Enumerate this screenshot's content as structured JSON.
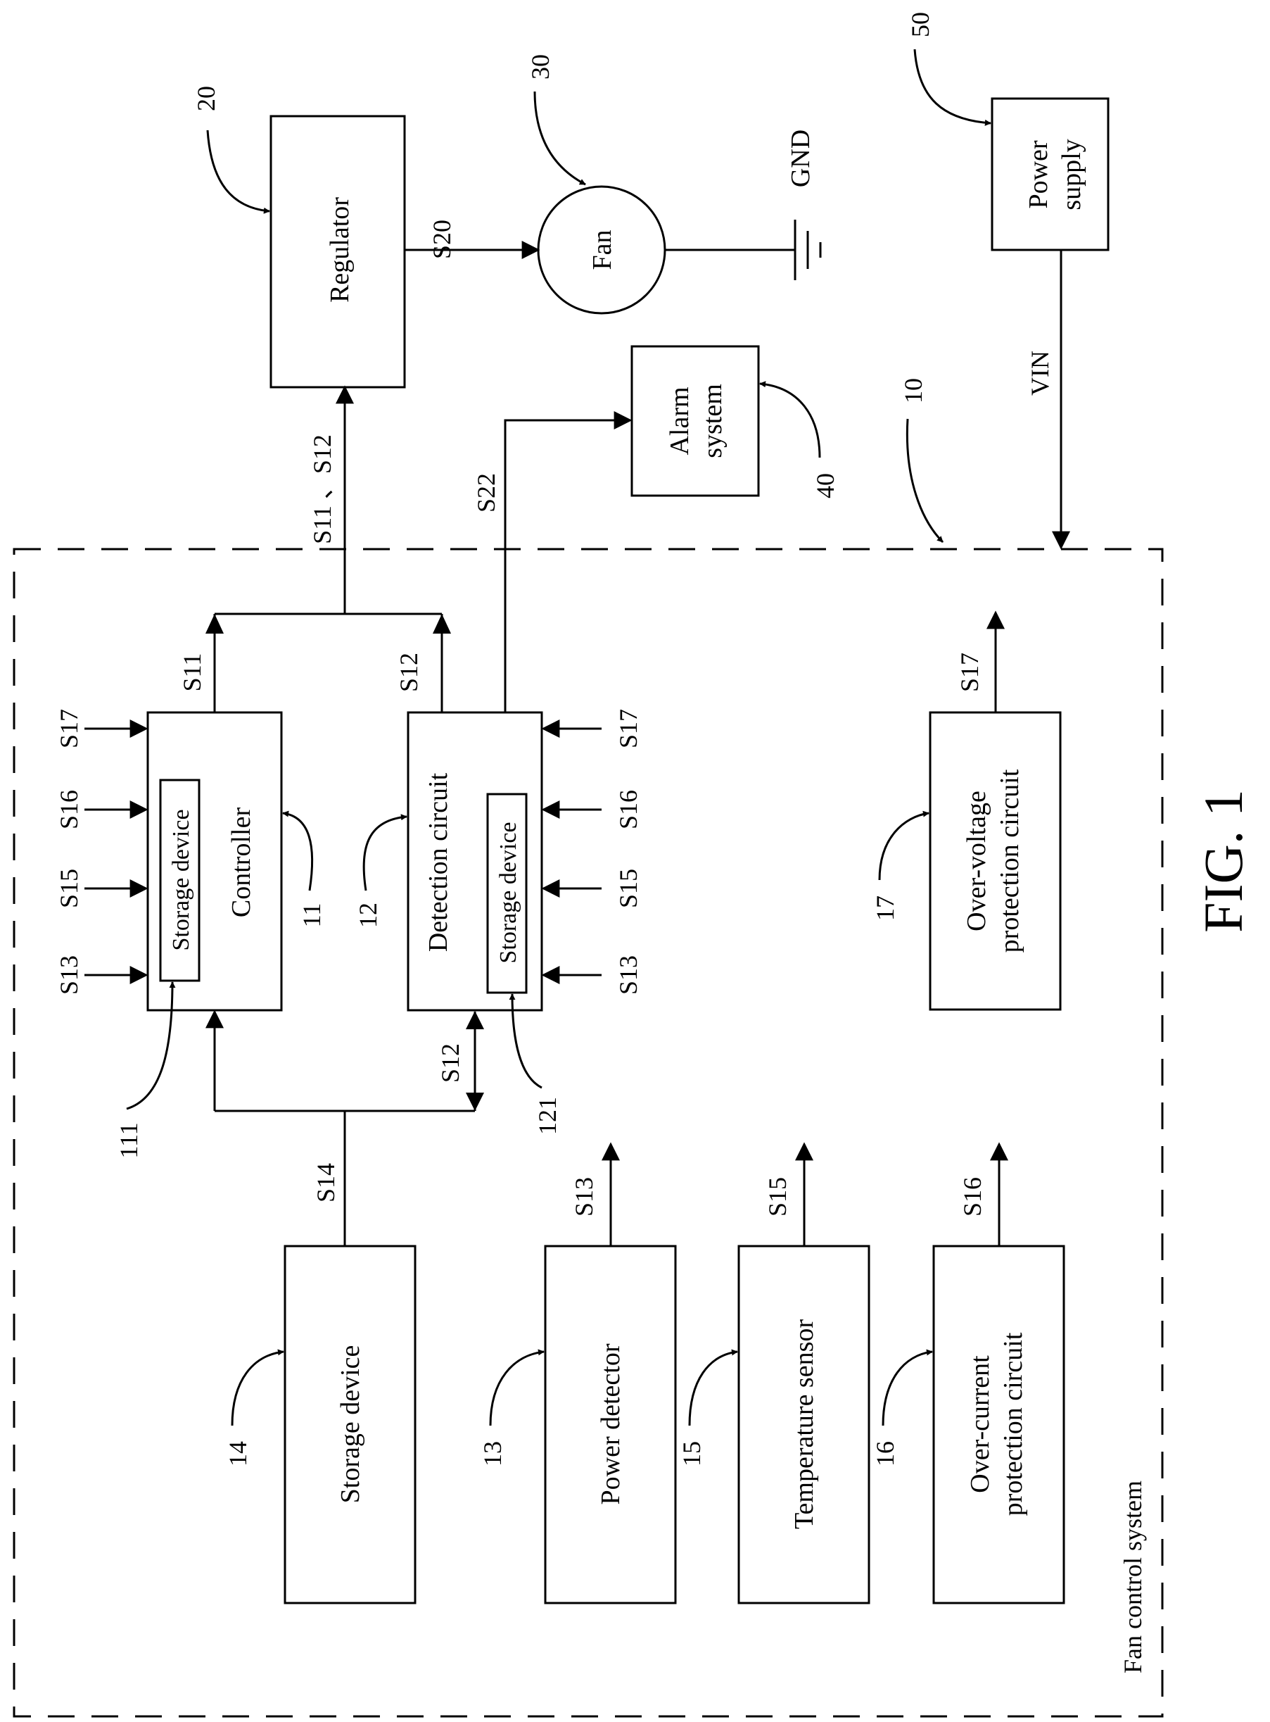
{
  "figure": {
    "caption": "FIG. 1",
    "system_label": "Fan control system",
    "system_ref": "10"
  },
  "blocks": {
    "regulator": {
      "label": "Regulator",
      "ref": "20"
    },
    "fan": {
      "label": "Fan",
      "ref": "30"
    },
    "ground": {
      "label": "GND"
    },
    "power_supply": {
      "line1": "Power",
      "line2": "supply",
      "ref": "50"
    },
    "alarm": {
      "line1": "Alarm",
      "line2": "system",
      "ref": "40"
    },
    "controller": {
      "label": "Controller",
      "ref": "11",
      "storage_label": "Storage device",
      "storage_ref": "111"
    },
    "detection": {
      "label": "Detection circuit",
      "ref": "12",
      "storage_label": "Storage device",
      "storage_ref": "121"
    },
    "storage": {
      "label": "Storage device",
      "ref": "14"
    },
    "power_detector": {
      "label": "Power detector",
      "ref": "13"
    },
    "temp_sensor": {
      "label": "Temperature sensor",
      "ref": "15"
    },
    "over_current": {
      "line1": "Over-current",
      "line2": "protection circuit",
      "ref": "16"
    },
    "over_voltage": {
      "line1": "Over-voltage",
      "line2": "protection circuit",
      "ref": "17"
    }
  },
  "signals": {
    "s20": "S20",
    "vin": "VIN",
    "s11_s12": "S11 、S12",
    "s22": "S22",
    "s11": "S11",
    "s12": "S12",
    "s13": "S13",
    "s14": "S14",
    "s15": "S15",
    "s16": "S16",
    "s17": "S17"
  }
}
